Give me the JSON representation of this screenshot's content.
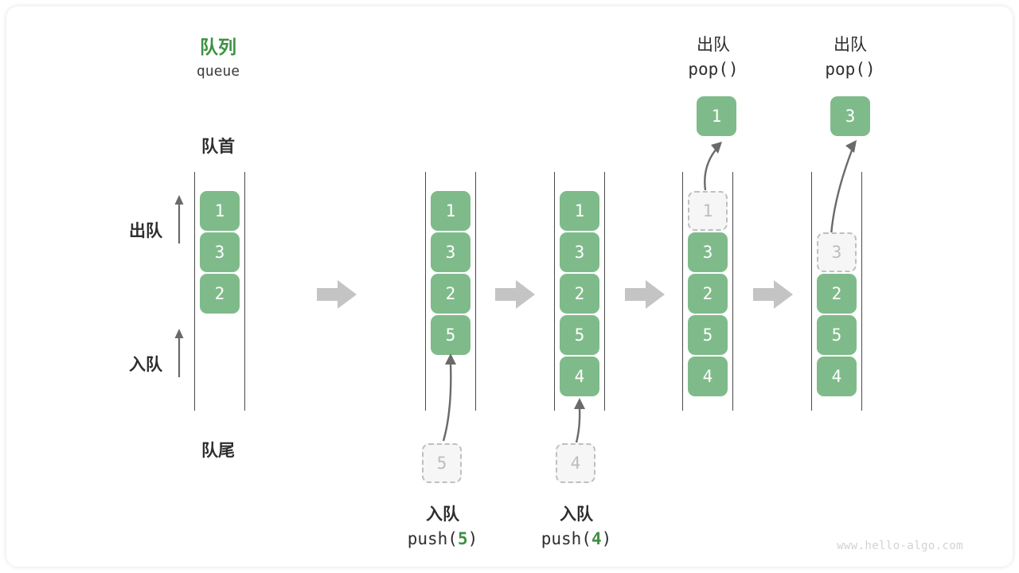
{
  "diagram": {
    "title_cn": "队列",
    "title_en": "queue",
    "front_label": "队首",
    "rear_label": "队尾",
    "dequeue_side_label": "出队",
    "enqueue_side_label": "入队",
    "watermark": "www.hello-algo.com",
    "accent_color": "#3E9143",
    "box_color": "#7FBB8A",
    "ghost_color": "#F6F6F6",
    "arrow_color": "#6A6A6A",
    "step_arrow_color": "#C4C4C4"
  },
  "columns": [
    {
      "id": "initial",
      "name": "initial-queue",
      "items": [
        "1",
        "3",
        "2"
      ],
      "ghost_top": null,
      "ghost_bottom": null
    },
    {
      "id": "push5",
      "name": "queue-after-push-5",
      "items": [
        "1",
        "3",
        "2",
        "5"
      ],
      "ghost_top": null,
      "ghost_bottom": "5",
      "op_cn": "入队",
      "op_code_prefix": "push(",
      "op_code_value": "5",
      "op_code_suffix": ")"
    },
    {
      "id": "push4",
      "name": "queue-after-push-4",
      "items": [
        "1",
        "3",
        "2",
        "5",
        "4"
      ],
      "ghost_top": null,
      "ghost_bottom": "4",
      "op_cn": "入队",
      "op_code_prefix": "push(",
      "op_code_value": "4",
      "op_code_suffix": ")"
    },
    {
      "id": "pop1",
      "name": "queue-after-pop-1",
      "items": [
        "3",
        "2",
        "5",
        "4"
      ],
      "ghost_top": "1",
      "popped": "1",
      "op_cn": "出队",
      "op_code": "pop()"
    },
    {
      "id": "pop3",
      "name": "queue-after-pop-3",
      "items": [
        "2",
        "5",
        "4"
      ],
      "ghost_top": "3",
      "popped": "3",
      "op_cn": "出队",
      "op_code": "pop()"
    }
  ]
}
